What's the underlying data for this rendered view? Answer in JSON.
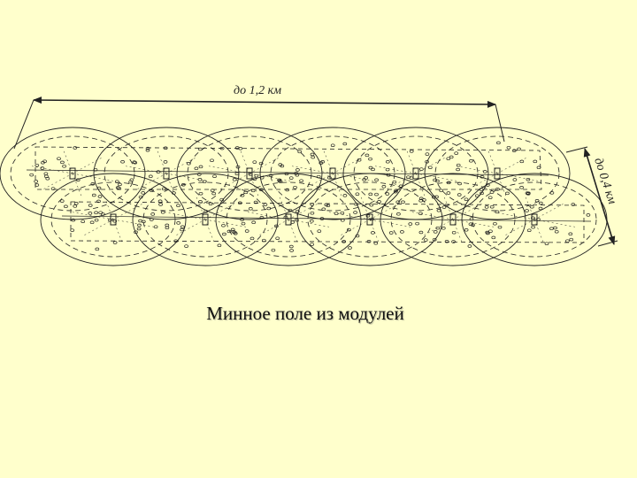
{
  "diagram": {
    "width_label": "до 1,2 км",
    "depth_label": "до 0,4 км"
  },
  "caption": "Минное поле из модулей",
  "colors": {
    "background": "#ffffcc",
    "line": "#222222"
  }
}
